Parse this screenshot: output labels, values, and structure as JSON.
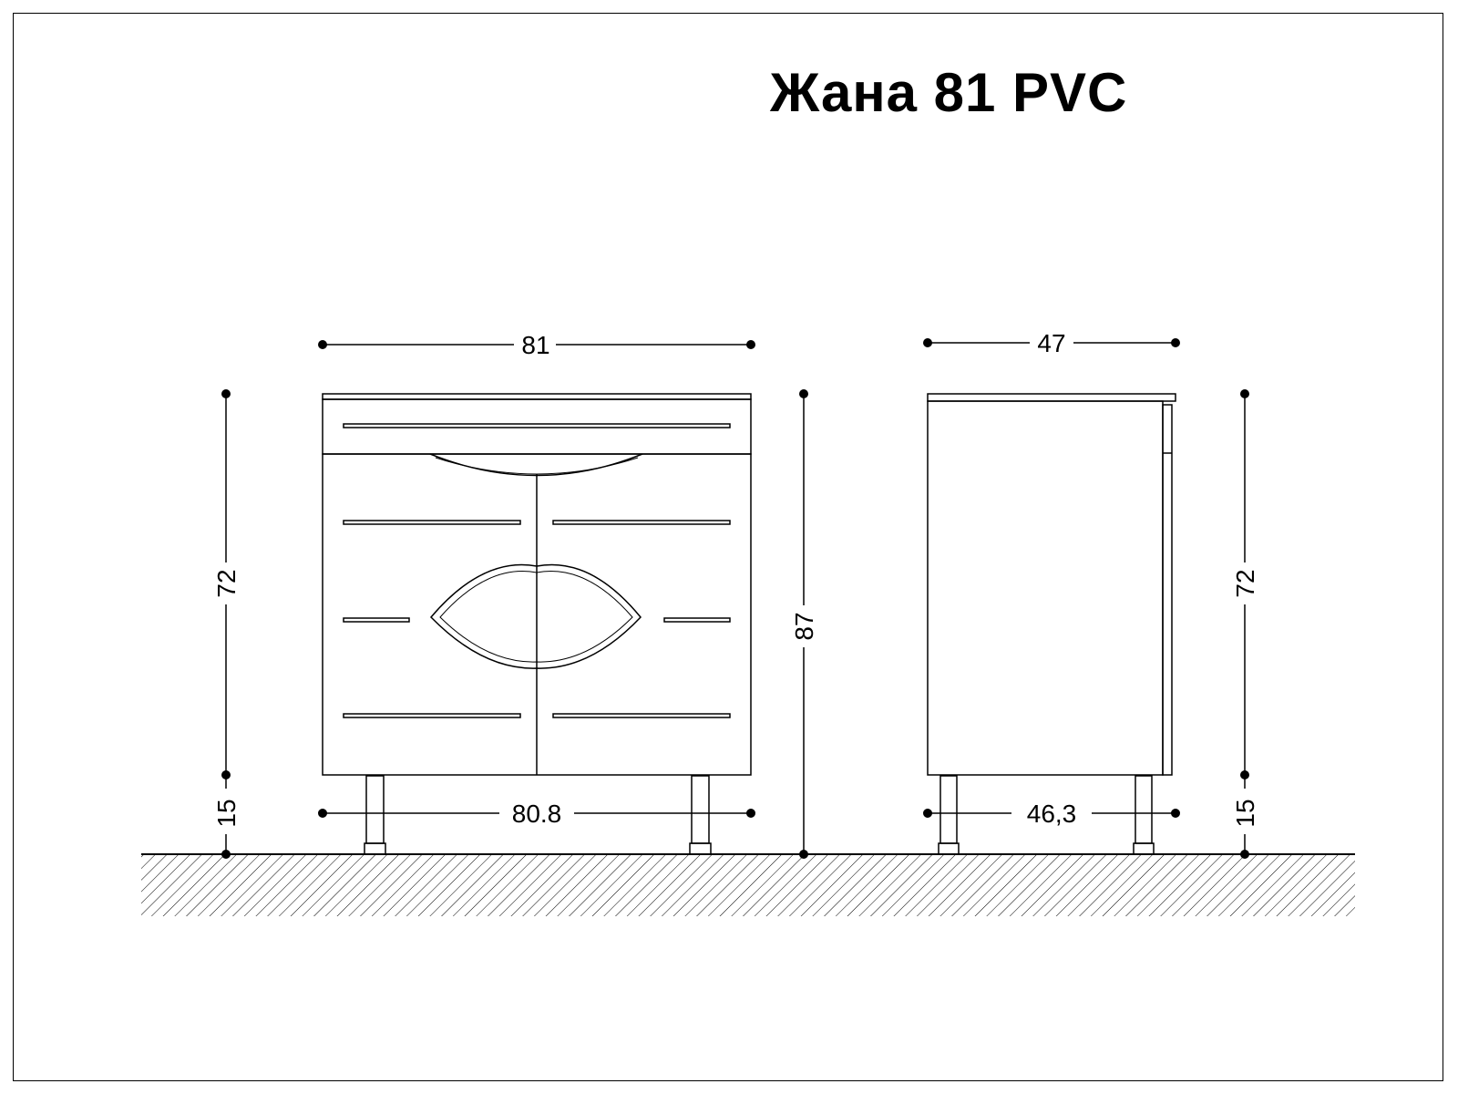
{
  "title": "Жана 81 PVC",
  "dimensions": {
    "front_top_width": "81",
    "front_bottom_width": "80.8",
    "side_top_depth": "47",
    "side_bottom_depth": "46,3",
    "left_body_height": "72",
    "left_leg_height": "15",
    "total_height": "87",
    "right_body_height": "72",
    "right_leg_height": "15"
  },
  "colors": {
    "line": "#000000",
    "background": "#ffffff"
  }
}
